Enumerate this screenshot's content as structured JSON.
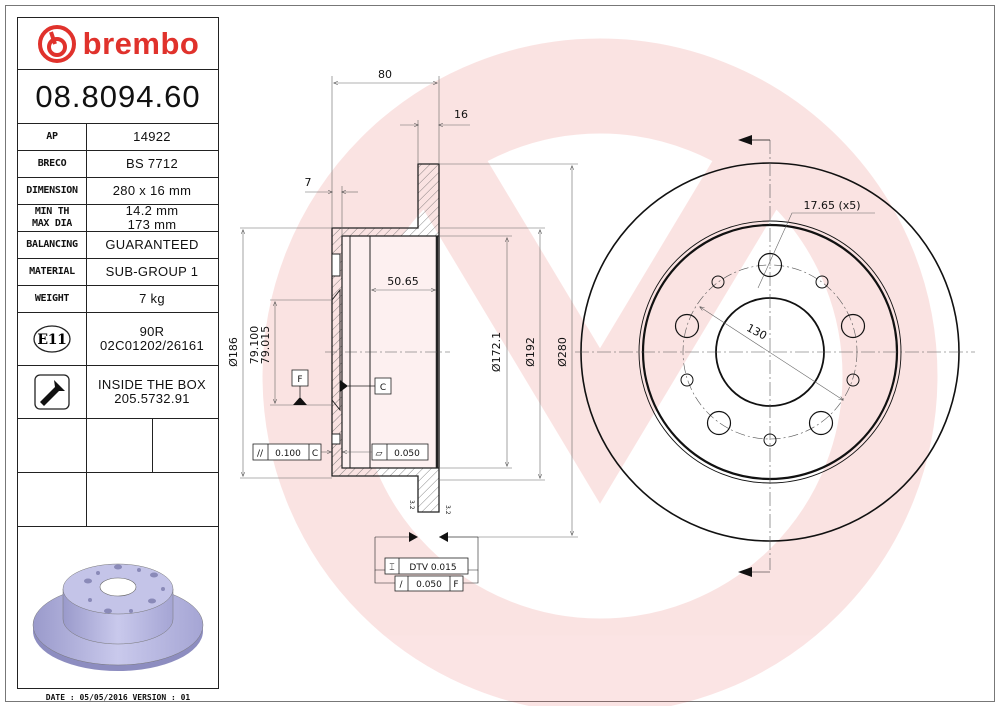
{
  "brand": {
    "name": "brembo",
    "color": "#e0322c"
  },
  "part_number": "08.8094.60",
  "specs": [
    {
      "label": "AP",
      "value": "14922"
    },
    {
      "label": "BRECO",
      "value": "BS 7712"
    },
    {
      "label": "DIMENSION",
      "value": "280 x 16 mm"
    },
    {
      "label_lines": [
        "MIN TH",
        "MAX DIA"
      ],
      "value_lines": [
        "14.2 mm",
        "173 mm"
      ]
    },
    {
      "label": "BALANCING",
      "value": "GUARANTEED"
    },
    {
      "label": "MATERIAL",
      "value": "SUB-GROUP 1"
    },
    {
      "label": "WEIGHT",
      "value": "7 kg"
    }
  ],
  "certification": {
    "icon": "e11-approval-mark",
    "badge": "E11",
    "lines": [
      "90R",
      "02C01202/26161"
    ]
  },
  "screw": {
    "icon": "screw-icon",
    "lines": [
      "INSIDE THE BOX",
      "205.5732.91"
    ]
  },
  "footer": {
    "date_label": "DATE : 05/05/2016 VERSION : 01"
  },
  "drawing": {
    "section_view": {
      "dimensions": {
        "overall_height": "80",
        "disc_thickness": "16",
        "hat_wall": "7",
        "inner_depth": "50.65",
        "dia_186": "Ø186",
        "dia_centre_max": "79.100",
        "dia_centre_min": "79.015",
        "dia_172": "Ø172.1",
        "dia_192": "Ø192",
        "dia_280": "Ø280"
      },
      "datums": {
        "f": "F",
        "c": "C"
      },
      "tolerances": {
        "parallelism": {
          "symbol": "//",
          "value": "0.100",
          "datum": "C"
        },
        "flatness": {
          "symbol": "▱",
          "value": "0.050"
        },
        "dtv": {
          "label": "DTV 0.015"
        },
        "runout": {
          "symbol": "/",
          "value": "0.050",
          "datum": "F"
        }
      },
      "surface_finish": [
        "3.2",
        "3.2"
      ]
    },
    "front_view": {
      "bolt_hole_label": "17.65 (x5)",
      "pcd_label": "130"
    }
  }
}
